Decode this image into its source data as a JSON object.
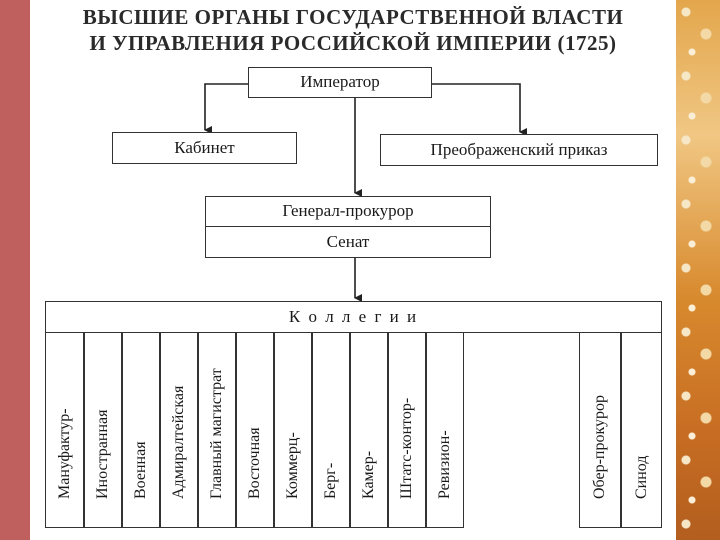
{
  "title": {
    "line1": "ВЫСШИЕ ОРГАНЫ ГОСУДАРСТВЕННОЙ ВЛАСТИ",
    "line2": "И УПРАВЛЕНИЯ  РОССИЙСКОЙ ИМПЕРИИ (1725)"
  },
  "nodes": {
    "emperor": "Император",
    "cabinet": "Кабинет",
    "preobrazhensky": "Преображенский приказ",
    "procurator": "Генерал-прокурор",
    "senate": "Сенат",
    "collegia": "К о л л е г и и"
  },
  "collegia_columns": [
    "Мануфактур-",
    "Иностранная",
    "Военная",
    "Адмиралтейская",
    "Главный магистрат",
    "Восточная",
    "Коммерц-",
    "Берг-",
    "Камер-",
    "Штатс-контор-",
    "Ревизион-"
  ],
  "synod_columns": [
    "Обер-прокурор",
    "Синод"
  ]
}
